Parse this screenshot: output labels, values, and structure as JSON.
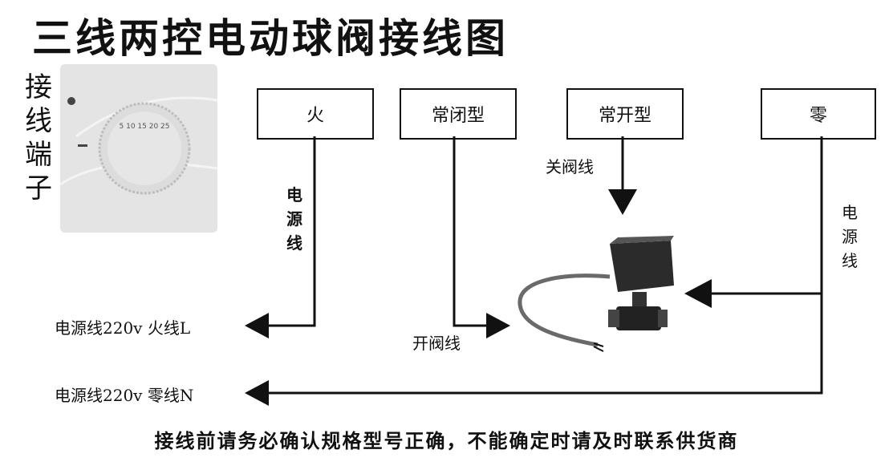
{
  "title": "三线两控电动球阀接线图",
  "terminal_label": [
    "接",
    "线",
    "端",
    "子"
  ],
  "boxes": {
    "fire": "火",
    "normally_closed": "常闭型",
    "normally_open": "常开型",
    "zero": "零"
  },
  "wire_labels": {
    "power_left": [
      "电",
      "源",
      "线"
    ],
    "power_right": [
      "电",
      "源",
      "线"
    ],
    "close_valve": "关阀线",
    "open_valve": "开阀线",
    "live_output": "电源线220v  火线L",
    "neutral_output": "电源线220v  零线N"
  },
  "note": "接线前请务必确认规格型号正确，不能确定时请及时联系供货商"
}
